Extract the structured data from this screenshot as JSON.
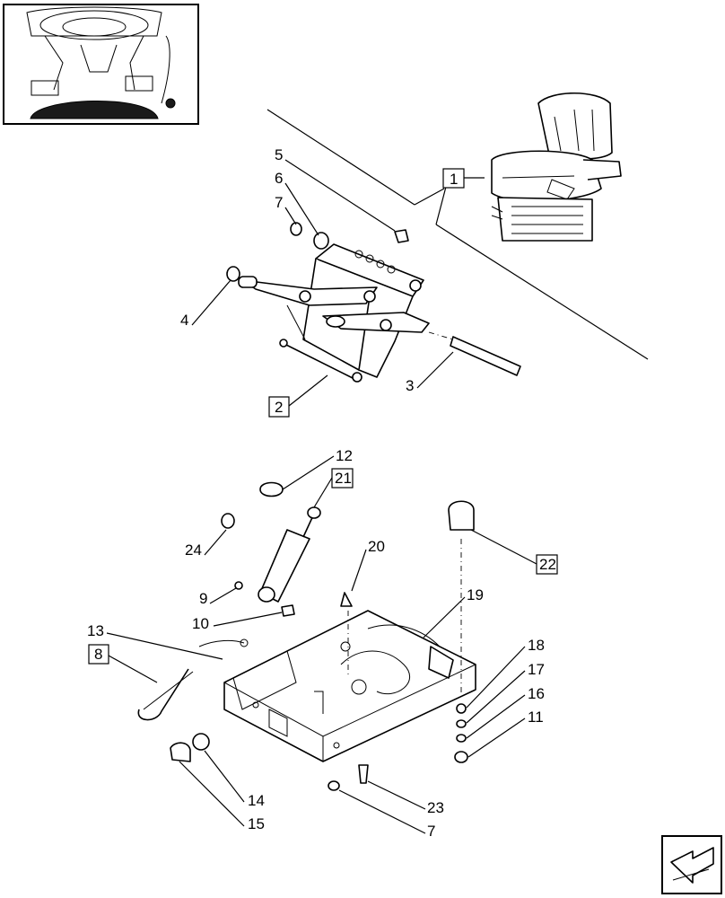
{
  "callouts": {
    "c1": "1",
    "c2": "2",
    "c3": "3",
    "c4": "4",
    "c5": "5",
    "c6": "6",
    "c7a": "7",
    "c8": "8",
    "c9": "9",
    "c10": "10",
    "c11": "11",
    "c12": "12",
    "c13": "13",
    "c14": "14",
    "c15": "15",
    "c16": "16",
    "c17": "17",
    "c18": "18",
    "c19": "19",
    "c20": "20",
    "c21": "21",
    "c22": "22",
    "c23": "23",
    "c24": "24",
    "c7b": "7"
  },
  "icons": {
    "thumbnail": "tractor-cab-thumbnail",
    "seat": "tractor-seat-icon",
    "nav": "next-page-arrow-icon"
  }
}
